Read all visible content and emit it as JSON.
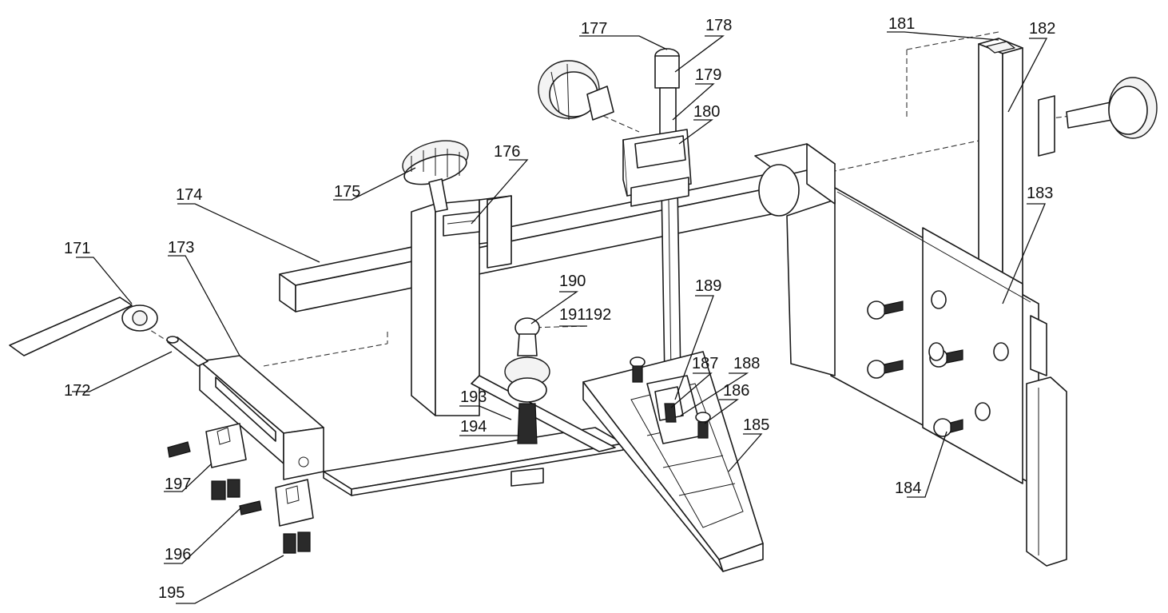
{
  "callouts": [
    {
      "id": "c171",
      "label": "171"
    },
    {
      "id": "c172",
      "label": "172"
    },
    {
      "id": "c173",
      "label": "173"
    },
    {
      "id": "c174",
      "label": "174"
    },
    {
      "id": "c175",
      "label": "175"
    },
    {
      "id": "c176",
      "label": "176"
    },
    {
      "id": "c177",
      "label": "177"
    },
    {
      "id": "c178",
      "label": "178"
    },
    {
      "id": "c179",
      "label": "179"
    },
    {
      "id": "c180",
      "label": "180"
    },
    {
      "id": "c181",
      "label": "181"
    },
    {
      "id": "c182",
      "label": "182"
    },
    {
      "id": "c183",
      "label": "183"
    },
    {
      "id": "c184",
      "label": "184"
    },
    {
      "id": "c185",
      "label": "185"
    },
    {
      "id": "c186",
      "label": "186"
    },
    {
      "id": "c187",
      "label": "187"
    },
    {
      "id": "c188",
      "label": "188"
    },
    {
      "id": "c189",
      "label": "189"
    },
    {
      "id": "c190",
      "label": "190"
    },
    {
      "id": "c191192",
      "label": "191192"
    },
    {
      "id": "c193",
      "label": "193"
    },
    {
      "id": "c194",
      "label": "194"
    },
    {
      "id": "c195",
      "label": "195"
    },
    {
      "id": "c196",
      "label": "196"
    },
    {
      "id": "c197",
      "label": "197"
    }
  ]
}
